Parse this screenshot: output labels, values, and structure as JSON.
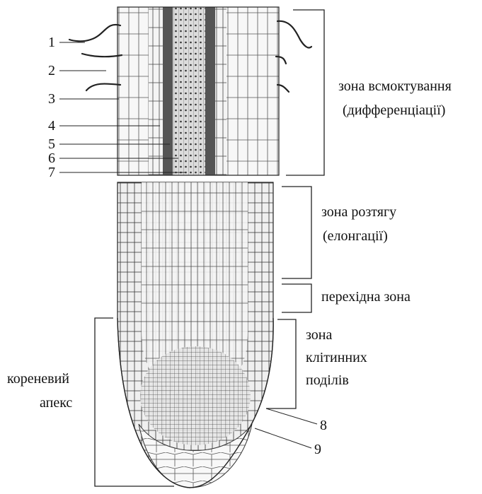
{
  "numbers": [
    "1",
    "2",
    "3",
    "4",
    "5",
    "6",
    "7",
    "8",
    "9"
  ],
  "zones": {
    "absorption": {
      "line1": "зона всмоктування",
      "line2": "(дифференціації)"
    },
    "elongation": {
      "line1": "зона розтягу",
      "line2": "(елонгації)"
    },
    "transition": {
      "line1": "перехідна зона"
    },
    "division": {
      "line1": "зона",
      "line2": "клітинних",
      "line3": "поділів"
    },
    "apex": {
      "line1": "кореневий",
      "line2": "апекс"
    }
  },
  "colors": {
    "ink": "#222222",
    "tissue_fill": "#f2f2f2",
    "stele_fill": "#d9d9d9",
    "cap_fill": "#f7f7f7"
  }
}
